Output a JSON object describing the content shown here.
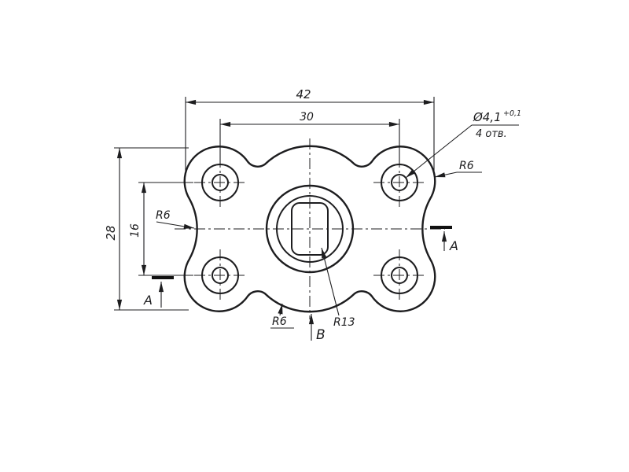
{
  "drawing": {
    "dims": {
      "width": "42",
      "bolt_h": "30",
      "height": "28",
      "bolt_v": "16"
    },
    "hole_callout": {
      "diameter": "Ø4,1",
      "tolerance": "+0,1",
      "count": "4 отв."
    },
    "radii": {
      "top_right": "R6",
      "left": "R6",
      "bottom": "R6",
      "center": "R13"
    },
    "sections": {
      "right": "A",
      "bottom_left": "A",
      "view": "B"
    },
    "colors": {
      "ink": "#1d1d1f",
      "paper": "#ffffff"
    }
  }
}
